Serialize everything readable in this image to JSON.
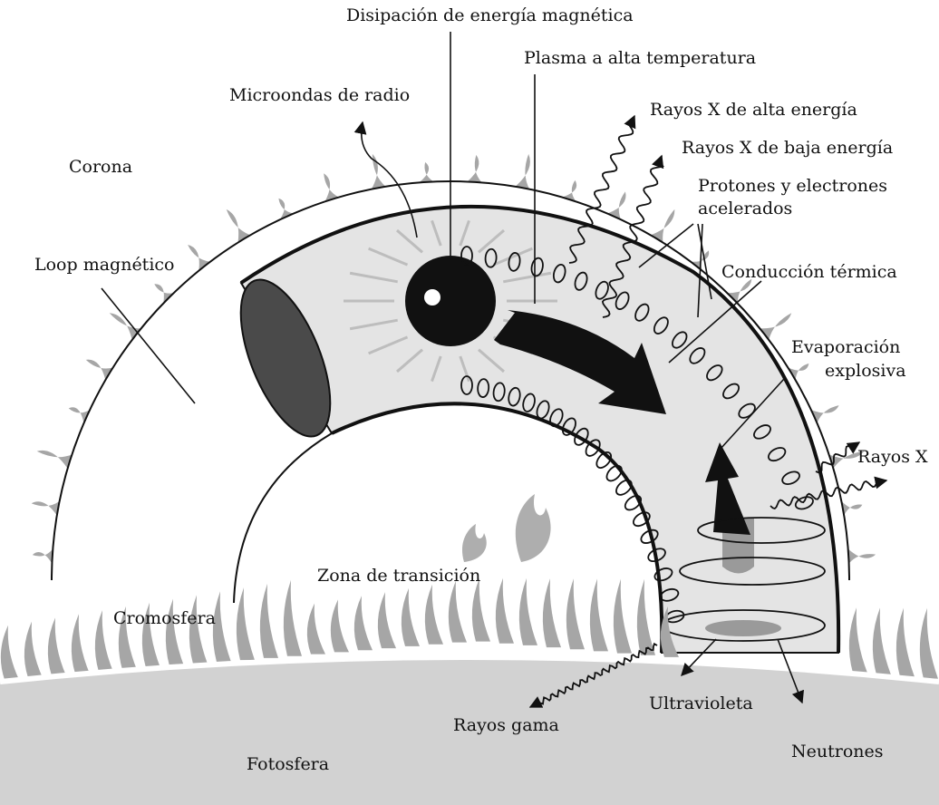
{
  "labels": {
    "dissipation": "Disipación de energía magnética",
    "plasma": "Plasma a alta temperatura",
    "microwaves": "Microondas de radio",
    "hard_xrays": "Rayos X de alta energía",
    "soft_xrays": "Rayos X de baja energía",
    "protons_line1": "Protones y electrones",
    "protons_line2": "acelerados",
    "corona": "Corona",
    "loop": "Loop magnético",
    "conduction": "Conducción térmica",
    "evaporation_line1": "Evaporación",
    "evaporation_line2": "explosiva",
    "xrays": "Rayos X",
    "transition": "Zona de transición",
    "chromosphere": "Cromosfera",
    "ultraviolet": "Ultravioleta",
    "gamma": "Rayos gama",
    "neutrons": "Neutrones",
    "photosphere": "Fotosfera"
  },
  "colors": {
    "ink": "#111111",
    "loop_fill": "#e4e4e4",
    "photosphere_fill": "#d2d2d2",
    "flame": "#a6a6a6",
    "footpoint_shadow": "#4a4a4a"
  }
}
